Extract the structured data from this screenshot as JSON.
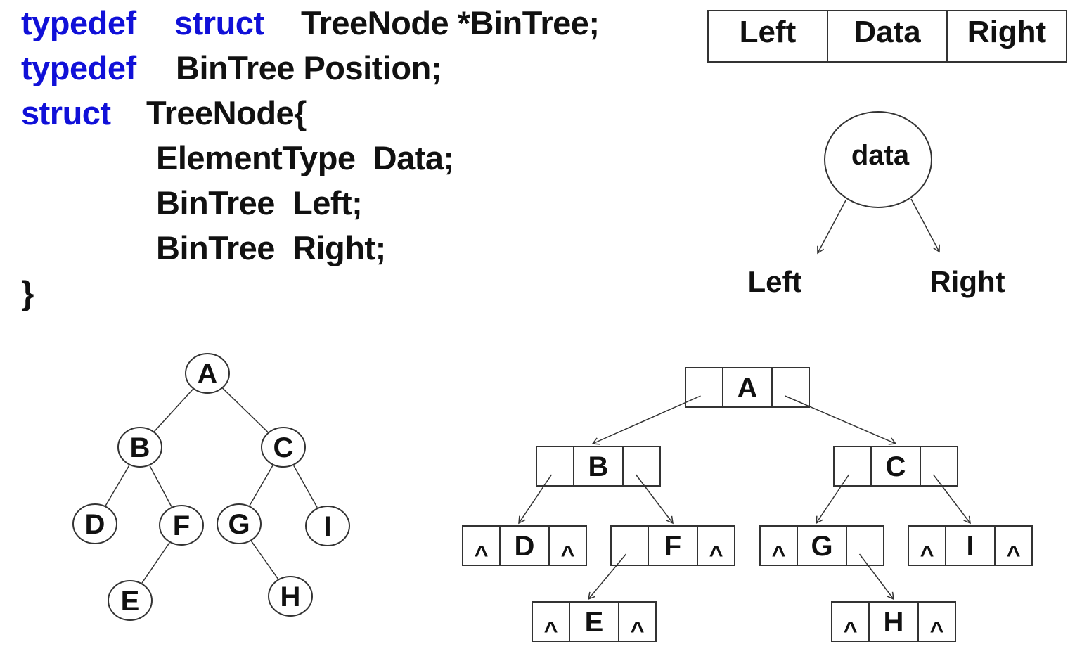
{
  "code": {
    "line1": {
      "kw1": "typedef",
      "kw2": "struct",
      "rest": "TreeNode *BinTree;"
    },
    "line2": {
      "kw1": "typedef",
      "rest": "BinTree Position;"
    },
    "line3": {
      "kw1": "struct",
      "rest": "TreeNode{"
    },
    "line4": "ElementType  Data;",
    "line5": "BinTree  Left;",
    "line6": "BinTree  Right;",
    "line7": "}",
    "keyword_color": "#1010d8"
  },
  "node_layout": {
    "left": "Left",
    "data": "Data",
    "right": "Right"
  },
  "node_circle": {
    "label": "data",
    "left_label": "Left",
    "right_label": "Right"
  },
  "null_symbol": "^",
  "tree": {
    "nodes": [
      {
        "id": "A",
        "left": "B",
        "right": "C"
      },
      {
        "id": "B",
        "left": "D",
        "right": "F"
      },
      {
        "id": "C",
        "left": "G",
        "right": "I"
      },
      {
        "id": "D",
        "left": null,
        "right": null
      },
      {
        "id": "F",
        "left": "E",
        "right": null
      },
      {
        "id": "G",
        "left": null,
        "right": "H"
      },
      {
        "id": "I",
        "left": null,
        "right": null
      },
      {
        "id": "E",
        "left": null,
        "right": null
      },
      {
        "id": "H",
        "left": null,
        "right": null
      }
    ]
  }
}
